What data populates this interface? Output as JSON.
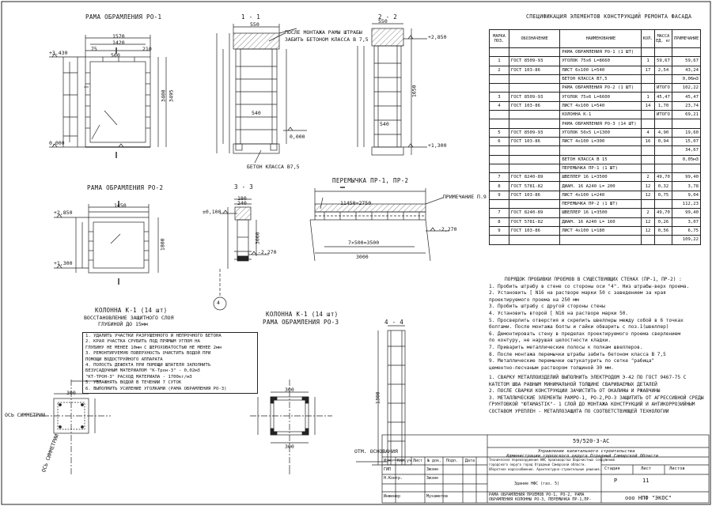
{
  "title_specification": "СПЕЦИФИКАЦИЯ ЭЛЕМЕНТОВ   КОНСТРУКЦИЙ РЕМОНТА ФАСАДА",
  "views": {
    "frame_ro1": "РАМА ОБРАМЛЕНИЯ РО-1",
    "sec_1_1": "1 - 1",
    "sec_2_2": "2 - 2",
    "frame_ro2": "РАМА ОБРАМЛЕНИЯ РО-2",
    "sec_3_3": "3 - 3",
    "lintel": "ПЕРЕМЫЧКА ПР-1, ПР-2",
    "column_k1_title": "КОЛОННА К-1 (14 шт)",
    "column_k1_sub1": "ВОССТАНОВЛЕНИЕ ЗАЩИТНОГО СЛОЯ",
    "column_k1_sub2": "ГЛУБИНОЙ ДО 15мм",
    "column_k1_ro3_title": "КОЛОННА К-1 (14 шт)",
    "column_k1_ro3_sub": "РАМА ОБРАМЛЕНИЯ РО-3",
    "sec_4_4": "4 - 4",
    "after_mount": "ПОСЛЕ  МОНТАЖА  РАМЫ ШТРАБЫ",
    "fill_concrete": "ЗАБИТЬ БЕТОНОМ КЛАССА В 7,5",
    "concrete_b75": "БЕТОН КЛАССА В7,5",
    "note_19": "ПРИМЕЧАНИЕ П.9",
    "symmetry_axis": "ОСЬ СИММЕТРИИ",
    "symmetry_axis2": "ОСЬ СИММЕТРИИ",
    "base_mark": "ОТМ. ОСНОВАНИЯ"
  },
  "dims": {
    "d1570": "1570",
    "d1420": "1420",
    "d75": "75",
    "d500": "500",
    "d210": "210",
    "d3430": "+3.430",
    "d0000": "0,000",
    "d3400": "3400",
    "d3495": "3495",
    "d550": "550",
    "d2850": "+2,850",
    "d1650": "1650",
    "d1300": "+1,300",
    "d540": "540",
    "d1450": "1450",
    "d1800": "1800",
    "d0100": "±0,100",
    "d2270": "-2,270",
    "d3000": "3000",
    "d180": "180",
    "d240": "240",
    "d11450": "11450=2750",
    "d7": "7×500=3500",
    "d2270b": "-2,270",
    "d300": "300",
    "d1300b": "1300",
    "d4": "4"
  },
  "spec": {
    "headers": [
      "МАРКА ПОЗ.",
      "ОБОЗНАЧЕНИЕ",
      "НАИМЕНОВАНИЕ",
      "КОЛ.",
      "МАССА ЕД. кг",
      "ПРИМЕЧАНИЕ"
    ],
    "rows": [
      [
        "",
        "",
        "РАМА ОБРАМЛЕНИЯ РО-1 (1 ШТ)",
        "",
        "",
        ""
      ],
      [
        "1",
        "ГОСТ 8509-93",
        "УГОЛОК 75х6   L=8660",
        "1",
        "59,67",
        "59,67"
      ],
      [
        "2",
        "ГОСТ 103-86",
        "ЛИСТ 6х100   L=540",
        "17",
        "2,54",
        "43,24"
      ],
      [
        "",
        "",
        "БЕТОН КЛАССА В7,5",
        "",
        "",
        "0,06м3"
      ],
      [
        "",
        "",
        "РАМА ОБРАМЛЕНИЯ РО-2 (1 ШТ)",
        "",
        "ИТОГО",
        "102,22"
      ],
      [
        "3",
        "ГОСТ 8509-93",
        "УГОЛОК 75х6   L=6600",
        "1",
        "45,47",
        "45,47"
      ],
      [
        "4",
        "ГОСТ 103-86",
        "ЛИСТ 4х100   L=540",
        "14",
        "1,70",
        "23,74"
      ],
      [
        "",
        "",
        "КОЛОННА К-1",
        "",
        "ИТОГО",
        "69,21"
      ],
      [
        "",
        "",
        "РАМА ОБРАМЛЕНИЯ РО-3 (14 ШТ)",
        "",
        "",
        ""
      ],
      [
        "5",
        "ГОСТ 8509-93",
        "УГОЛОК 50х5   L=1300",
        "4",
        "4,90",
        "19,60"
      ],
      [
        "6",
        "ГОСТ 103-86",
        "ЛИСТ 4х100   L=300",
        "16",
        "0,94",
        "15,07"
      ],
      [
        "",
        "",
        "",
        "",
        "",
        "34,67"
      ],
      [
        "",
        "",
        "БЕТОН КЛАССА В 15",
        "",
        "",
        "0,05м3"
      ],
      [
        "",
        "",
        "ПЕРЕМЫЧКА ПР-1 (1 ШТ)",
        "",
        "",
        ""
      ],
      [
        "7",
        "ГОСТ 8240-89",
        "ШВЕЛЛЕР 16   L=3500",
        "2",
        "49,70",
        "99,40"
      ],
      [
        "8",
        "ГОСТ 5781-82",
        "ДИАМ. 16 А240     L= 200",
        "12",
        "0,32",
        "3,78"
      ],
      [
        "9",
        "ГОСТ 103-86",
        "ЛИСТ 4х100   L=240",
        "12",
        "0,75",
        "9,04"
      ],
      [
        "",
        "",
        "ПЕРЕМЫЧКА ПР-2 (1 ШТ)",
        "",
        "",
        "112,23"
      ],
      [
        "7",
        "ГОСТ 8240-89",
        "ШВЕЛЛЕР 16   L=3500",
        "2",
        "49,70",
        "99,40"
      ],
      [
        "8",
        "ГОСТ 5781-82",
        "ДИАМ. 16 А240    L= 160",
        "12",
        "0,26",
        "3,07"
      ],
      [
        "9",
        "ГОСТ 103-86",
        "ЛИСТ 4х100   L=180",
        "12",
        "0,56",
        "6,75"
      ],
      [
        "",
        "",
        "",
        "",
        "",
        "109,22"
      ]
    ]
  },
  "notes_title": "ПОРЯДОК ПРОБИВКИ ПРОЕМОВ В СУЩЕСТВУЮЩИХ СТЕНАХ (ПР-1, ПР-2) :",
  "notes": [
    "1.  Пробить штрабу в стене со стороны оси \"4\". Низ штрабы-верх проема.",
    "2.  Установить [ N16 на растворе марки 50 с заведением за края",
    "     проектируемого проема на 250 мм",
    "3.  Пробить штрабу  с другой стороны стены",
    "4.  Установить второй [ N16 на растворе марки 50.",
    "5.  Просверлить отверстия и скрепить швеллеры между собой в 6 точках",
    "     болтами. После монтажа болты и гайки  обварить с поз.1(швеллер)",
    "6.  Демонтировать стену в пределах проектируемого проема сверлением",
    "     по контуру, не нарушая целостности кладки.",
    "7.  Приварить металлические полосы к полкам швеллеров.",
    "8.  После монтажа перемычки штрабы  забить бетоном класса В 7,5",
    "9.  Металлические перемычки оштукатурить по сетке \"рабица\"",
    "     цементно-песчаным раствором толщиной 30 мм."
  ],
  "notes2": [
    "1.  СВАРКУ МЕТАЛЛОИЗДЕЛИЙ ВЫПОЛНИТЬ ЭЛЕКТРОДОМ Э-42 ПО ГОСТ 9467-75 С",
    "     КАТЕТОМ ШВА РАВНЫМ МИНИМАЛЬНОЙ ТОЛЩИНЕ СВАРИВАЕМЫХ ДЕТАЛЕЙ",
    "2.  ПОСЛЕ СВАРКИ КОНСТРУКЦИИ ЗАЧИСТИТЬ ОТ ОКАЛИНЫ И РЖАВЧИНЫ",
    "3.  МЕТАЛЛИЧЕСКИЕ ЭЛЕМЕНТЫ  РАМРО-1, РО-2,РО-3  ЗАЩИТИТЬ ОТ АГРЕССИВНОЙ  СРЕДЫ",
    "     ГРУНТОВКОЙ \"ЮТАМАSTIK\"- 1 СЛОЙ  ДО МОНТАЖА КОНСТРУКЦИЙ И АНТИКОРРОЗИЙНЫМ",
    "     СОСТАВОМ УРЕПЛЕН - МЕТАЛЛОЗАЩИТА ПО СООТВЕТСТВУЮЩЕЙ ТЕХНОЛОГИИ"
  ],
  "k1_steps": [
    "1.  УДАЛИТЬ УЧАСТКИ РАЗРУШЕННОГО И НЕПРОЧНОГО БЕТОНА",
    "2.  КРАЯ УЧАСТКА СРУБИТЬ ПОД ПРЯМЫМ УГЛОМ НА",
    "     ГЛУБИНУ НЕ МЕНЕЕ 10мм С ШЕРОХОВАТОСТЬЮ НЕ МЕНЕЕ 2мм",
    "3.  РЕМОНТИРУЕМУЮ ПОВЕРХНОСТЬ ОЧИСТИТЬ ВОДОЙ  ПРИ",
    "     ПОМОЩИ ВОДОСТРУЙНОГО АППАРАТА",
    "4.  ПОЛОСТЬ ДЕФЕКТА ПРИ ПОМОЩИ ШПАТЕЛЯ ЗАПОЛНИТЬ",
    "     БЕЗУСАДОЧНЫМ МАТЕРИАЛОМ  \"К-Трон-3\" - 0,02м3",
    "     \"КТ-ТРОН-3\" РАСХОД МАТЕРИАЛА - 1700кг/м3",
    "5.  УВЛАЖНЯТЬ ВОДОЙ В ТЕЧЕНИИ 7 СУТОК",
    "6.  ВЫПОЛНИТЬ УСИЛЕНИЕ УГОЛКАМИ (РАМА ОБРАМЛЕНИЯ РО-3)"
  ],
  "stamp": {
    "code": "59/520-3-АС",
    "org1": "Управление капитального строительства",
    "org2": "Администрации городского округа Отрадный Самарской Области",
    "obj1": "Техническое перевооружение НФС производства Водочистных сооружений",
    "obj2": "городского округа город Отрадный Самарской области.",
    "obj3": "Оборотное водоснабжение. Архитектурно-строительные решения.",
    "building": "Здание НФС (газ. 5)",
    "sheet_title1": "РАМА ОБРАМЛЕНИЯ ПРОЕМОВ РО-1, РО-2,  РАМА",
    "sheet_title2": "ОБРАМЛЕНИЯ КОЛОННЫ РО-3, ПЕРЕМЫЧКА ПР-1,ПР-",
    "stage_h": "Стадия",
    "sheet_h": "Лист",
    "sheets_h": "Листов",
    "stage": "Р",
    "sheet": "11",
    "company": "ооо НПФ \"ЭКОС\"",
    "h_izm": "Изм.",
    "h_kol": "Кол.уч",
    "h_list": "Лист",
    "h_doc": "№ док.",
    "h_podp": "Подп.",
    "h_date": "Дата",
    "r1": "ГИП",
    "r1n": "Зюзин",
    "r2": "Н.Контр.",
    "r2n": "Зюзин",
    "r3": "Инженер",
    "r3n": "Мухаметов"
  }
}
